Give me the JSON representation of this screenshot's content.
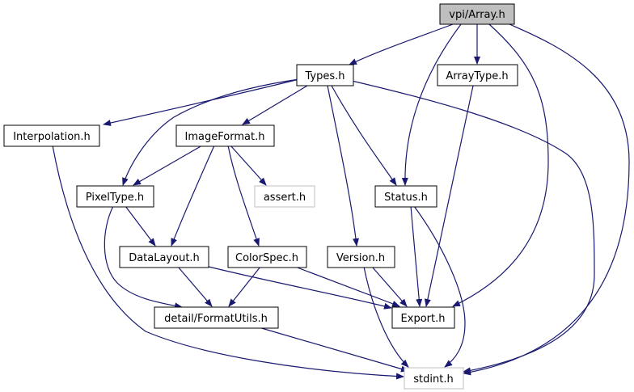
{
  "graph": {
    "nodes": {
      "array": {
        "label": "vpi/Array.h",
        "style": "root"
      },
      "types": {
        "label": "Types.h",
        "style": "normal"
      },
      "arraytype": {
        "label": "ArrayType.h",
        "style": "normal"
      },
      "interpolation": {
        "label": "Interpolation.h",
        "style": "normal"
      },
      "imageformat": {
        "label": "ImageFormat.h",
        "style": "normal"
      },
      "pixeltype": {
        "label": "PixelType.h",
        "style": "normal"
      },
      "assert": {
        "label": "assert.h",
        "style": "external"
      },
      "status": {
        "label": "Status.h",
        "style": "normal"
      },
      "datalayout": {
        "label": "DataLayout.h",
        "style": "normal"
      },
      "colorspec": {
        "label": "ColorSpec.h",
        "style": "normal"
      },
      "version": {
        "label": "Version.h",
        "style": "normal"
      },
      "formatutils": {
        "label": "detail/FormatUtils.h",
        "style": "normal"
      },
      "export": {
        "label": "Export.h",
        "style": "normal"
      },
      "stdint": {
        "label": "stdint.h",
        "style": "external"
      }
    },
    "edges": [
      {
        "from": "array",
        "to": "types"
      },
      {
        "from": "array",
        "to": "arraytype"
      },
      {
        "from": "array",
        "to": "status"
      },
      {
        "from": "array",
        "to": "export"
      },
      {
        "from": "array",
        "to": "stdint"
      },
      {
        "from": "types",
        "to": "interpolation"
      },
      {
        "from": "types",
        "to": "imageformat"
      },
      {
        "from": "types",
        "to": "pixeltype"
      },
      {
        "from": "types",
        "to": "status"
      },
      {
        "from": "types",
        "to": "version"
      },
      {
        "from": "types",
        "to": "stdint"
      },
      {
        "from": "arraytype",
        "to": "export"
      },
      {
        "from": "interpolation",
        "to": "stdint"
      },
      {
        "from": "imageformat",
        "to": "pixeltype"
      },
      {
        "from": "imageformat",
        "to": "assert"
      },
      {
        "from": "imageformat",
        "to": "datalayout"
      },
      {
        "from": "imageformat",
        "to": "colorspec"
      },
      {
        "from": "pixeltype",
        "to": "datalayout"
      },
      {
        "from": "pixeltype",
        "to": "formatutils"
      },
      {
        "from": "status",
        "to": "export"
      },
      {
        "from": "status",
        "to": "stdint"
      },
      {
        "from": "datalayout",
        "to": "formatutils"
      },
      {
        "from": "datalayout",
        "to": "export"
      },
      {
        "from": "colorspec",
        "to": "formatutils"
      },
      {
        "from": "colorspec",
        "to": "export"
      },
      {
        "from": "version",
        "to": "export"
      },
      {
        "from": "version",
        "to": "stdint"
      },
      {
        "from": "formatutils",
        "to": "stdint"
      }
    ],
    "colors": {
      "edge": "#191970",
      "root_fill": "#bfbfbf",
      "node_border": "#000000",
      "external_border": "#bfbfbf"
    }
  }
}
